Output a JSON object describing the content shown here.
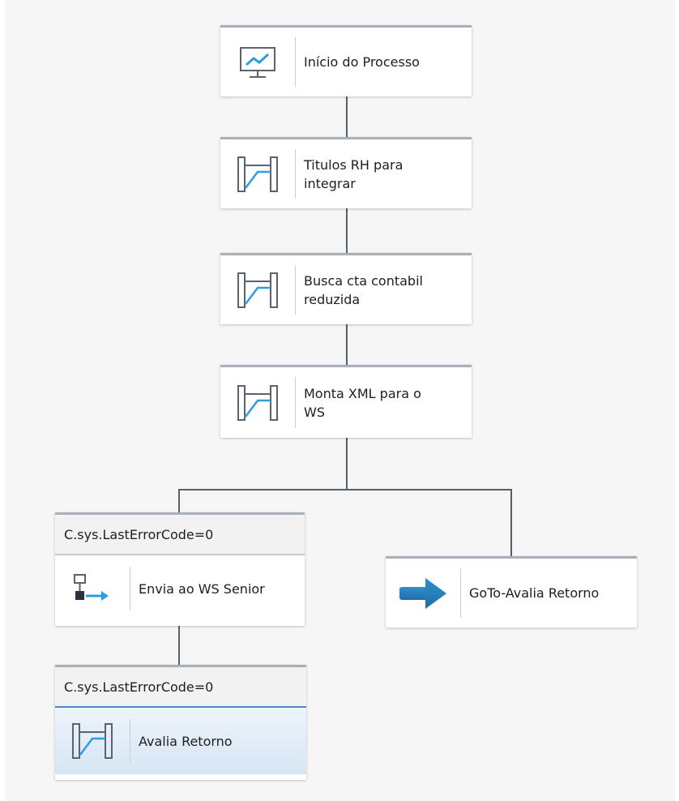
{
  "diagram": {
    "nodes": {
      "inicio": {
        "label": "Início do Processo",
        "icon": "monitor-chart-icon"
      },
      "titulos": {
        "label_lines": [
          "Titulos RH para",
          "integrar"
        ],
        "icon": "transform-icon"
      },
      "busca": {
        "label_lines": [
          "Busca cta contabil",
          "reduzida"
        ],
        "icon": "transform-icon"
      },
      "monta": {
        "label_lines": [
          "Monta XML para o",
          "WS"
        ],
        "icon": "transform-icon"
      },
      "envia": {
        "condition": "C.sys.LastErrorCode=0",
        "label": "Envia ao WS Senior",
        "icon": "web-service-send-icon"
      },
      "goto": {
        "label": "GoTo-Avalia Retorno",
        "icon": "goto-arrow-icon"
      },
      "avalia": {
        "condition": "C.sys.LastErrorCode=0",
        "label": "Avalia Retorno",
        "icon": "transform-icon",
        "selected": true
      }
    },
    "colors": {
      "connector": "#55606e",
      "icon_blue": "#2a9ee0",
      "selected_accent": "#4e86c6"
    }
  }
}
